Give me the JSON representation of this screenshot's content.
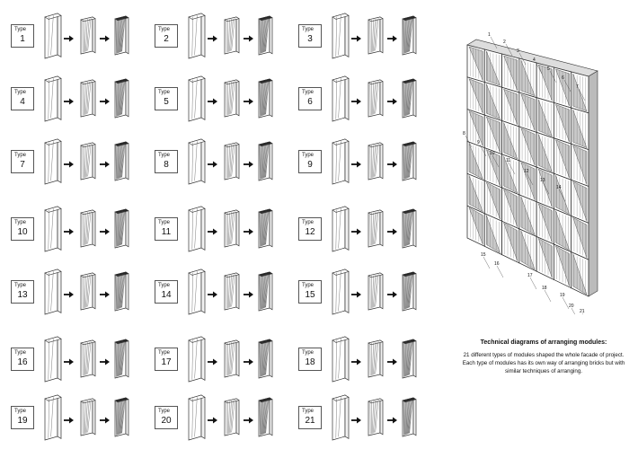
{
  "type_label": "Type",
  "modules": [
    {
      "number": "1"
    },
    {
      "number": "2"
    },
    {
      "number": "3"
    },
    {
      "number": "4"
    },
    {
      "number": "5"
    },
    {
      "number": "6"
    },
    {
      "number": "7"
    },
    {
      "number": "8"
    },
    {
      "number": "9"
    },
    {
      "number": "10"
    },
    {
      "number": "11"
    },
    {
      "number": "12"
    },
    {
      "number": "13"
    },
    {
      "number": "14"
    },
    {
      "number": "15"
    },
    {
      "number": "16"
    },
    {
      "number": "17"
    },
    {
      "number": "18"
    },
    {
      "number": "19"
    },
    {
      "number": "20"
    },
    {
      "number": "21"
    }
  ],
  "caption": {
    "title": "Technical diagrams of arranging modules:",
    "body": "21 different types of modules shaped the whole facade of project. Each type of modules has its own way of arranging bricks but with similar techniques of arranging."
  },
  "facade_labels": [
    "1",
    "2",
    "3",
    "4",
    "5",
    "6",
    "7",
    "8",
    "9",
    "10",
    "11",
    "12",
    "13",
    "14",
    "15",
    "16",
    "17",
    "18",
    "19",
    "20",
    "21"
  ],
  "colors": {
    "line": "#333333",
    "shade": "#555555",
    "paper": "#ffffff"
  }
}
